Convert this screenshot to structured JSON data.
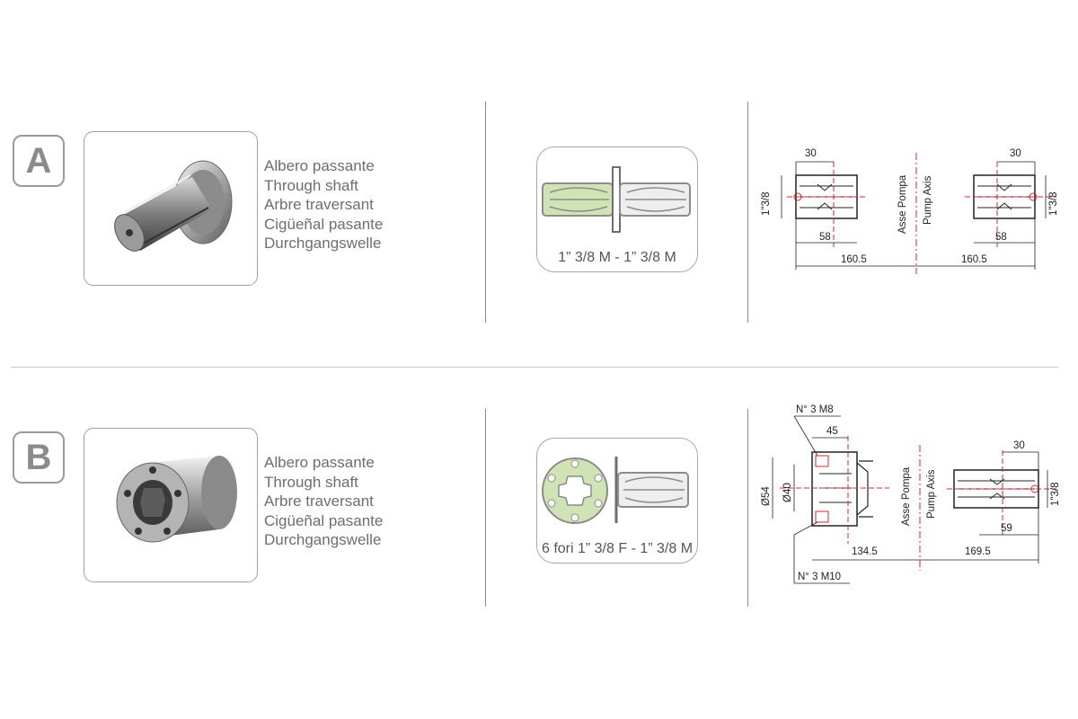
{
  "rows": [
    {
      "letter": "A",
      "descriptions": [
        "Albero passante",
        "Through shaft",
        "Arbre traversant",
        "Cigüeñal pasante",
        "Durchgangswelle"
      ],
      "spec_caption": "1” 3/8 M - 1” 3/8 M",
      "drawing": {
        "left_top_dim": "30",
        "right_top_dim": "30",
        "left_side_dim": "1\"3/8",
        "right_side_dim": "1\"3/8",
        "left_inner_dim": "58",
        "right_inner_dim": "58",
        "left_total_dim": "160.5",
        "right_total_dim": "160.5",
        "axis_label_1": "Asse Pompa",
        "axis_label_2": "Pump Axis"
      }
    },
    {
      "letter": "B",
      "descriptions": [
        "Albero passante",
        "Through shaft",
        "Arbre traversant",
        "Cigüeñal pasante",
        "Durchgangswelle"
      ],
      "spec_caption": "6 fori 1” 3/8 F - 1” 3/8 M",
      "drawing": {
        "top_note": "N° 3 M8",
        "bottom_note": "N° 3 M10",
        "left_top_dim": "45",
        "right_top_dim": "30",
        "outer_diam": "Ø54",
        "inner_diam": "Ø40",
        "right_side_dim": "1\"3/8",
        "right_inner_dim": "59",
        "left_total_dim": "134.5",
        "right_total_dim": "169.5",
        "axis_label_1": "Asse Pompa",
        "axis_label_2": "Pump Axis"
      }
    }
  ],
  "colors": {
    "spline_fill": "#cfe3b4",
    "spline_stroke": "#8c8c8c",
    "axis_red": "#d9272e"
  }
}
